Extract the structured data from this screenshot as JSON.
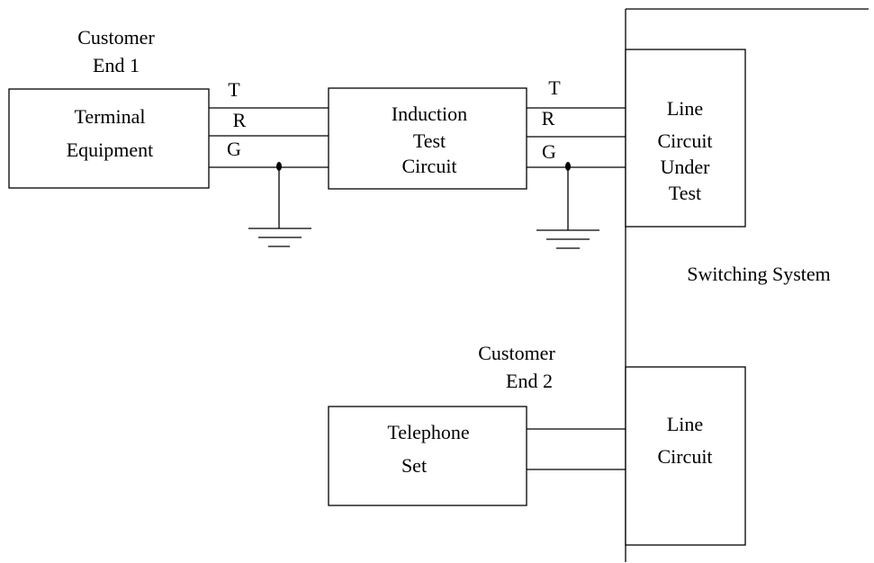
{
  "customer_end_1": {
    "line1": "Customer",
    "line2": "End 1"
  },
  "customer_end_2": {
    "line1": "Customer",
    "line2": "End 2"
  },
  "terminal_equipment": {
    "line1": "Terminal",
    "line2": "Equipment"
  },
  "induction_test_circuit": {
    "line1": "Induction",
    "line2": "Test",
    "line3": "Circuit"
  },
  "line_circuit_under_test": {
    "line1": "Line",
    "line2": "Circuit",
    "line3": "Under",
    "line4": "Test"
  },
  "switching_system": {
    "label": "Switching System"
  },
  "telephone_set": {
    "line1": "Telephone",
    "line2": "Set"
  },
  "line_circuit": {
    "line1": "Line",
    "line2": "Circuit"
  },
  "conductors_left": {
    "t": "T",
    "r": "R",
    "g": "G"
  },
  "conductors_right": {
    "t": "T",
    "r": "R",
    "g": "G"
  }
}
